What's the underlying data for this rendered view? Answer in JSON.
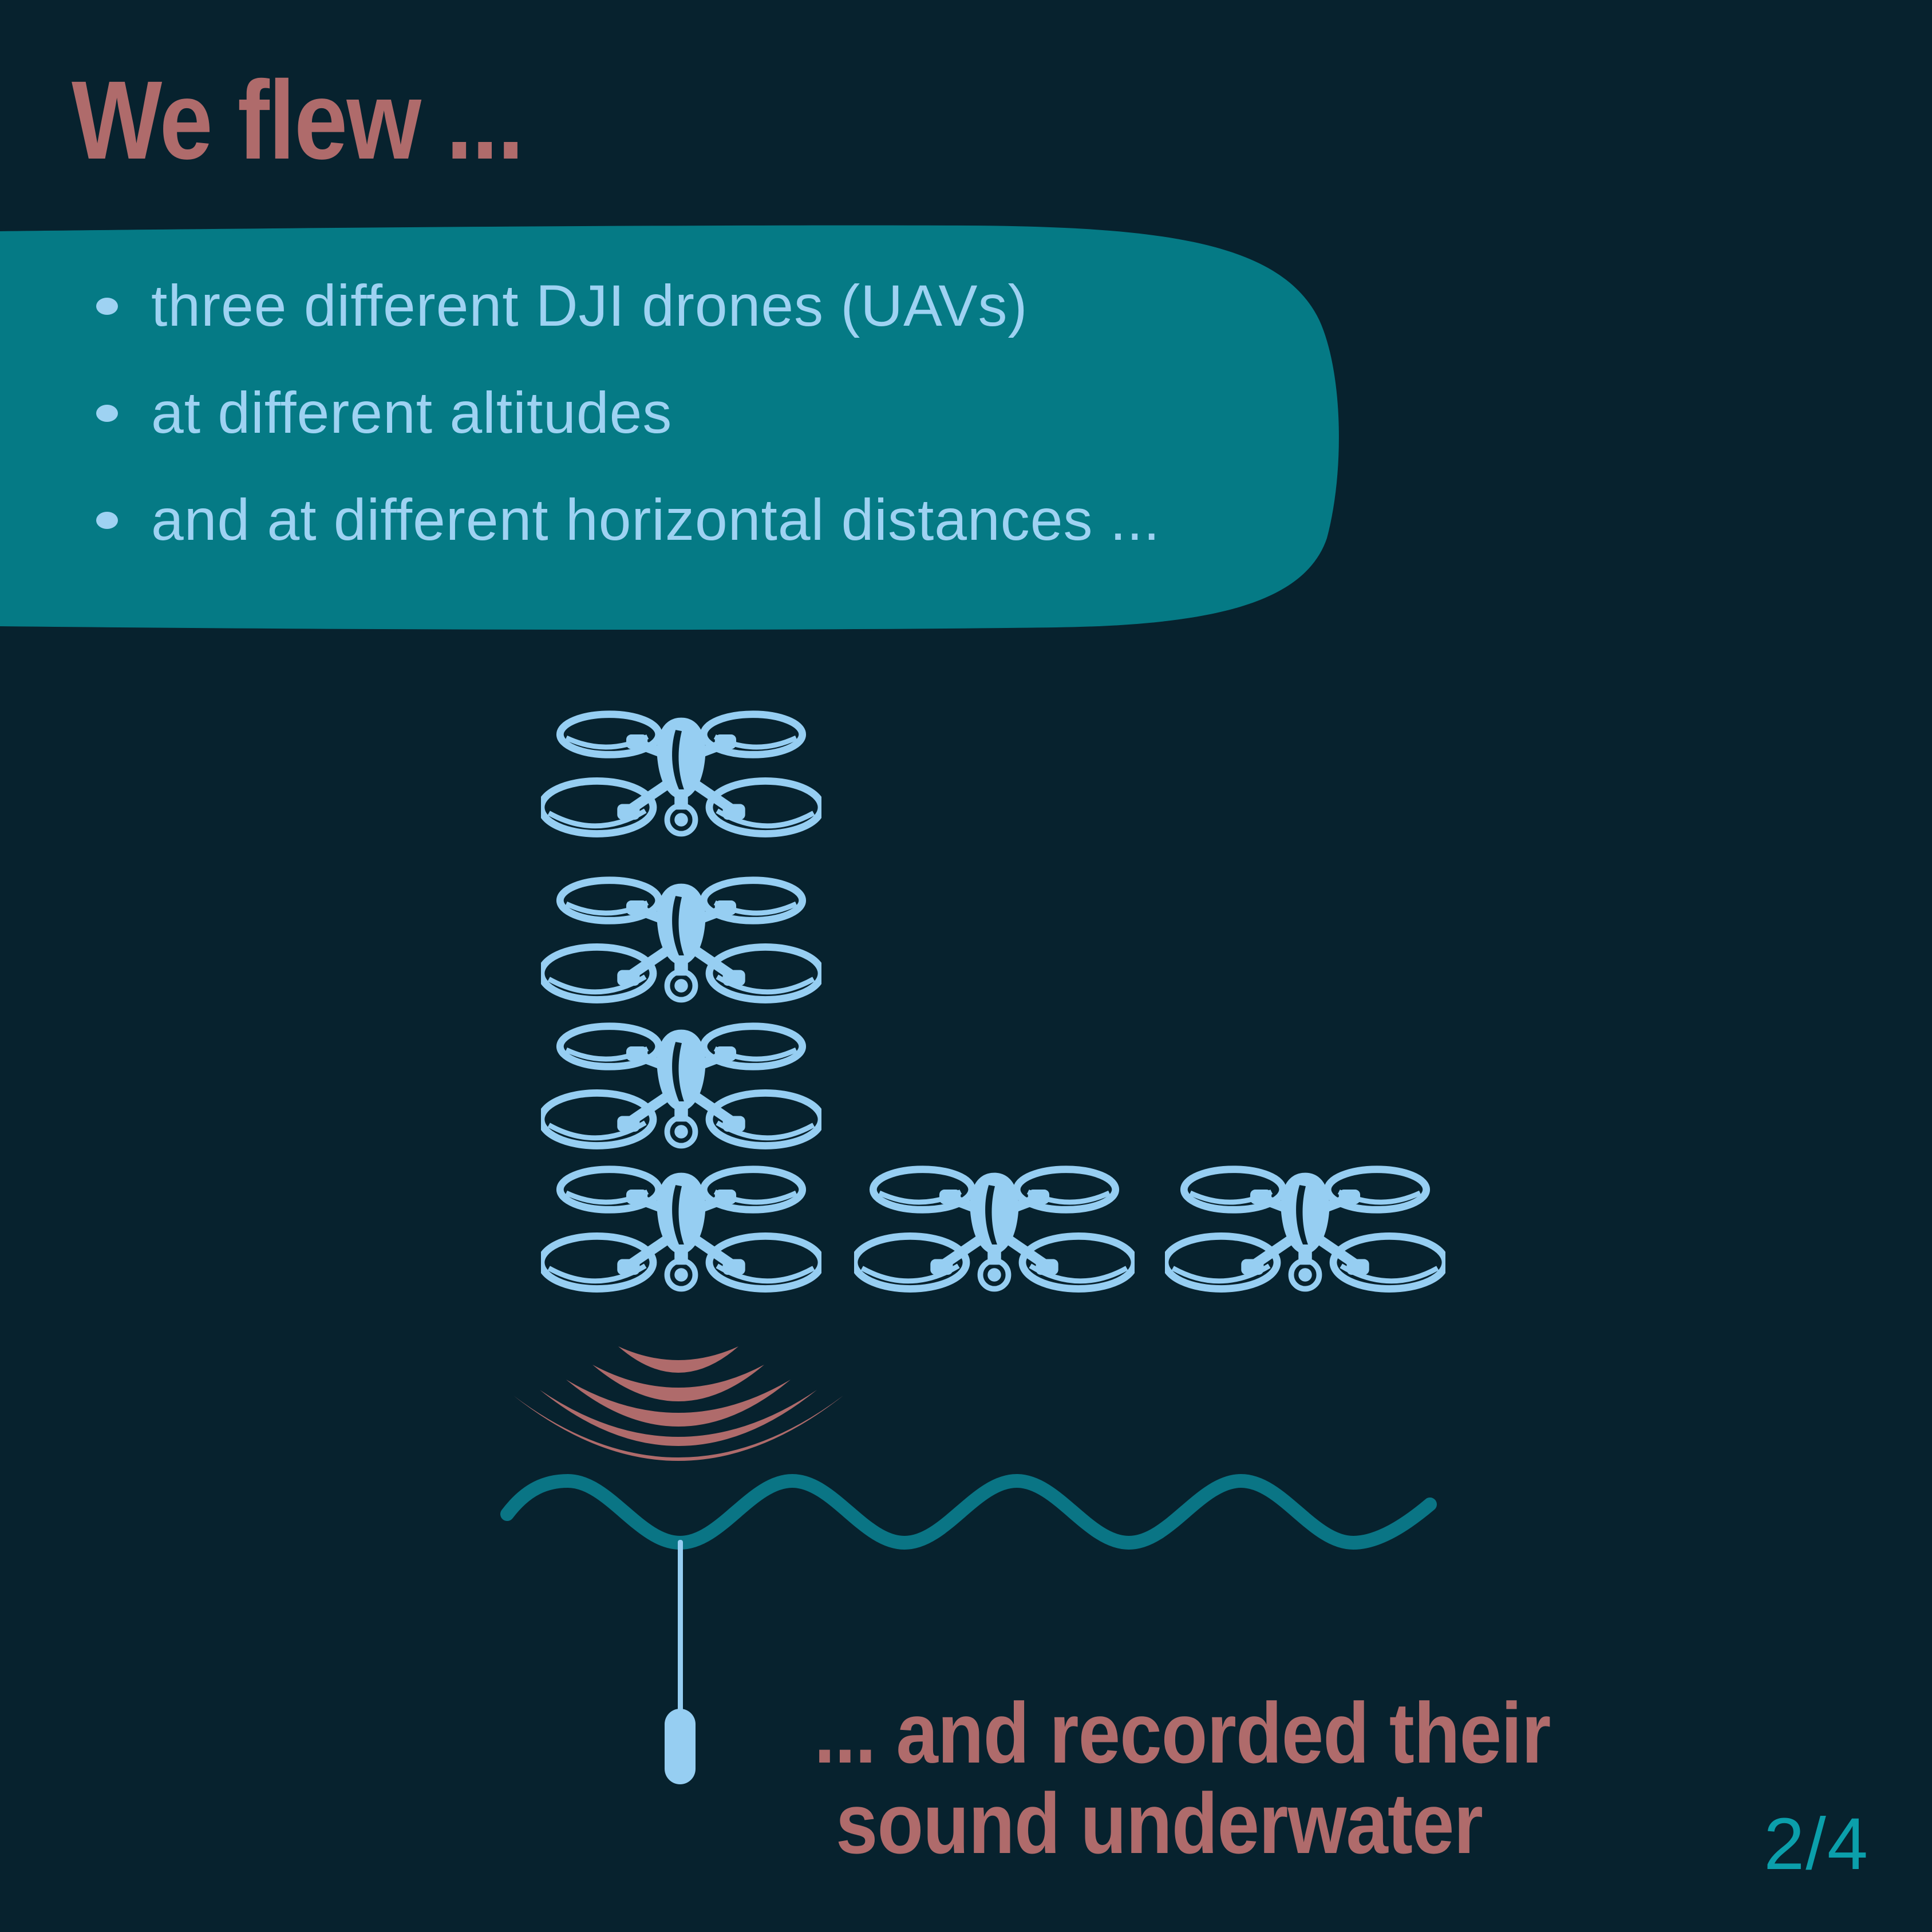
{
  "slide": {
    "title": "We flew ...",
    "bullets": [
      "three different DJI drones (UAVs)",
      "at different altitudes",
      "and at different horizontal distances ..."
    ],
    "caption": {
      "line1": "... and recorded their",
      "line2": "sound underwater"
    },
    "page_indicator": "2/4",
    "drone_icon_count": 6
  },
  "colors": {
    "bg": "#07222E",
    "panel": "#057A85",
    "lightblue": "#96CEF2",
    "textblue": "#9ED2F2",
    "salmon": "#AF6B6B",
    "wave": "#0A7585",
    "page": "#0B9FAB"
  }
}
